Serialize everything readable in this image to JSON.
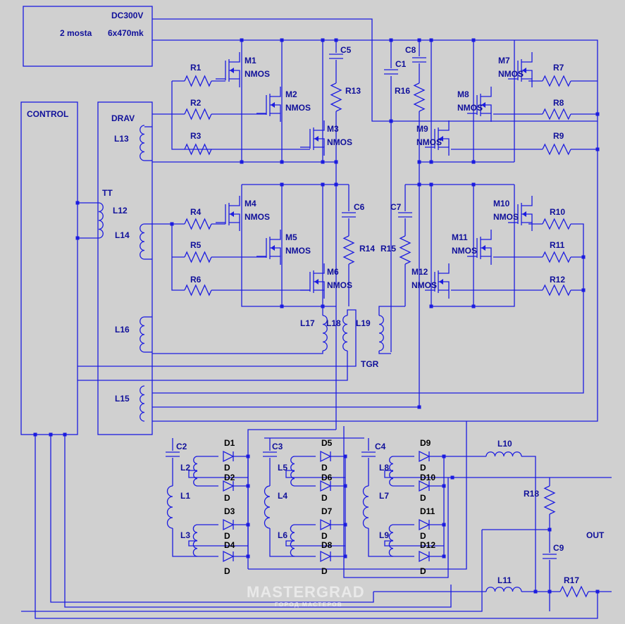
{
  "blocks": {
    "supply": {
      "title": "DC300V",
      "line1": "2 mosta",
      "line2": "6x470mk"
    },
    "control": {
      "title": "CONTROL"
    },
    "driver": {
      "title": "DRAV"
    }
  },
  "labels": {
    "tt": "TT",
    "tgr": "TGR",
    "out": "OUT",
    "nmos": "NMOS",
    "diode_type": "D"
  },
  "transistors": [
    "M1",
    "M2",
    "M3",
    "M4",
    "M5",
    "M6",
    "M7",
    "M8",
    "M9",
    "M10",
    "M11",
    "M12"
  ],
  "resistors": [
    "R1",
    "R2",
    "R3",
    "R4",
    "R5",
    "R6",
    "R7",
    "R8",
    "R9",
    "R10",
    "R11",
    "R12",
    "R13",
    "R14",
    "R15",
    "R16",
    "R17",
    "R18"
  ],
  "capacitors": [
    "C1",
    "C2",
    "C3",
    "C4",
    "C5",
    "C6",
    "C7",
    "C8",
    "C9"
  ],
  "inductors": [
    "L1",
    "L2",
    "L3",
    "L4",
    "L5",
    "L6",
    "L7",
    "L8",
    "L9",
    "L10",
    "L11",
    "L12",
    "L13",
    "L14",
    "L15",
    "L16",
    "L17",
    "L18",
    "L19"
  ],
  "diodes": [
    "D1",
    "D2",
    "D3",
    "D4",
    "D5",
    "D6",
    "D7",
    "D8",
    "D9",
    "D10",
    "D11",
    "D12"
  ],
  "watermark": {
    "main": "MASTERGRAD",
    "sub": "ГОРОД МАСТЕРОВ"
  }
}
